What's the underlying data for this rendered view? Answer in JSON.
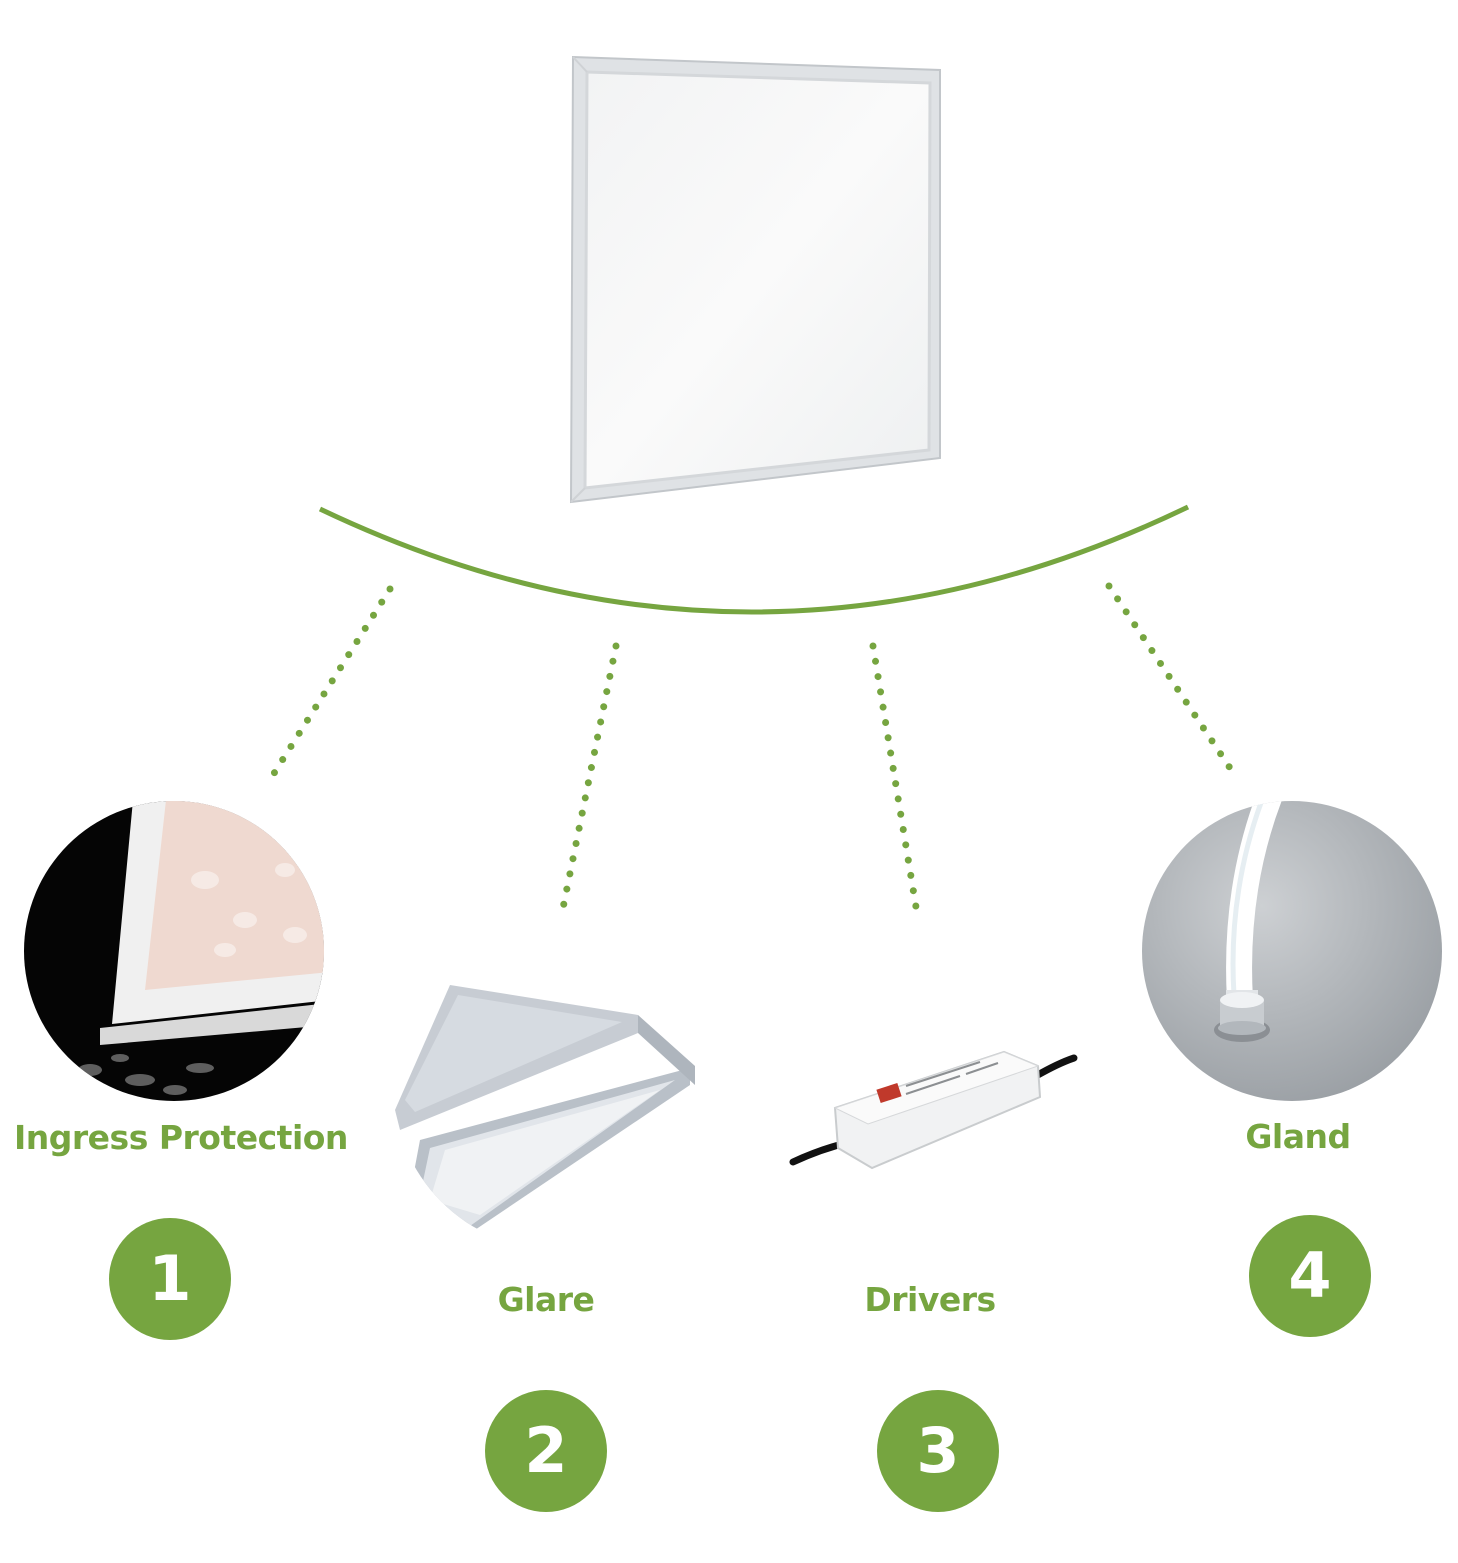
{
  "accent_color": "#76a540",
  "main_product": {
    "icon": "led-panel-light"
  },
  "features": [
    {
      "number": "1",
      "label": "Ingress Protection",
      "image_icon": "water-resistant-panel-edge"
    },
    {
      "number": "2",
      "label": "Glare",
      "image_icon": "anti-glare-diffuser-frames"
    },
    {
      "number": "3",
      "label": "Drivers",
      "image_icon": "led-driver"
    },
    {
      "number": "4",
      "label": "Gland",
      "image_icon": "cable-gland"
    }
  ]
}
